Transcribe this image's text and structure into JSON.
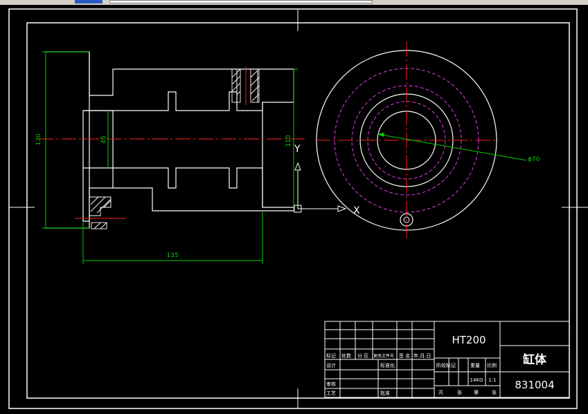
{
  "dimensions": {
    "overall_height": "130",
    "bore_diameter": "45",
    "right_height": "110",
    "length": "135",
    "circle_dia": "ϕ70"
  },
  "axes": {
    "y": "Y",
    "x": "X"
  },
  "title_block": {
    "material": "HT200",
    "part_name": "缸体",
    "drawing_no": "831004",
    "mass": "14KG",
    "scale": "1:1",
    "row_labels": {
      "mark": "标记",
      "count": "处数",
      "zone": "分 区",
      "change_doc": "更改文件号",
      "sign": "签 名",
      "date": "年.月.日",
      "design": "设计",
      "standardization": "标准化",
      "review": "审核",
      "process": "工艺",
      "approve": "批准"
    },
    "stage_labels": {
      "stage_mark": "阶段标记",
      "weight": "重量",
      "scale": "比例"
    },
    "sheet_labels": {
      "total": "共",
      "sheets": "张",
      "no": "第",
      "sheet": "张"
    }
  }
}
